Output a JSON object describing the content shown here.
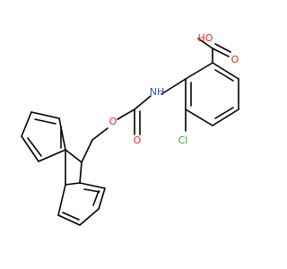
{
  "molecule": {
    "atoms": {
      "oh": "HO",
      "carbonyl_o_acid": "O",
      "nh": "NH",
      "ester_o": "O",
      "carbonyl_o_carbamate": "O",
      "cl": "Cl"
    },
    "colors": {
      "bond": "#000000",
      "oxygen": "#e8261d",
      "nitrogen": "#2d4fd3",
      "chlorine": "#2ea93a"
    }
  }
}
